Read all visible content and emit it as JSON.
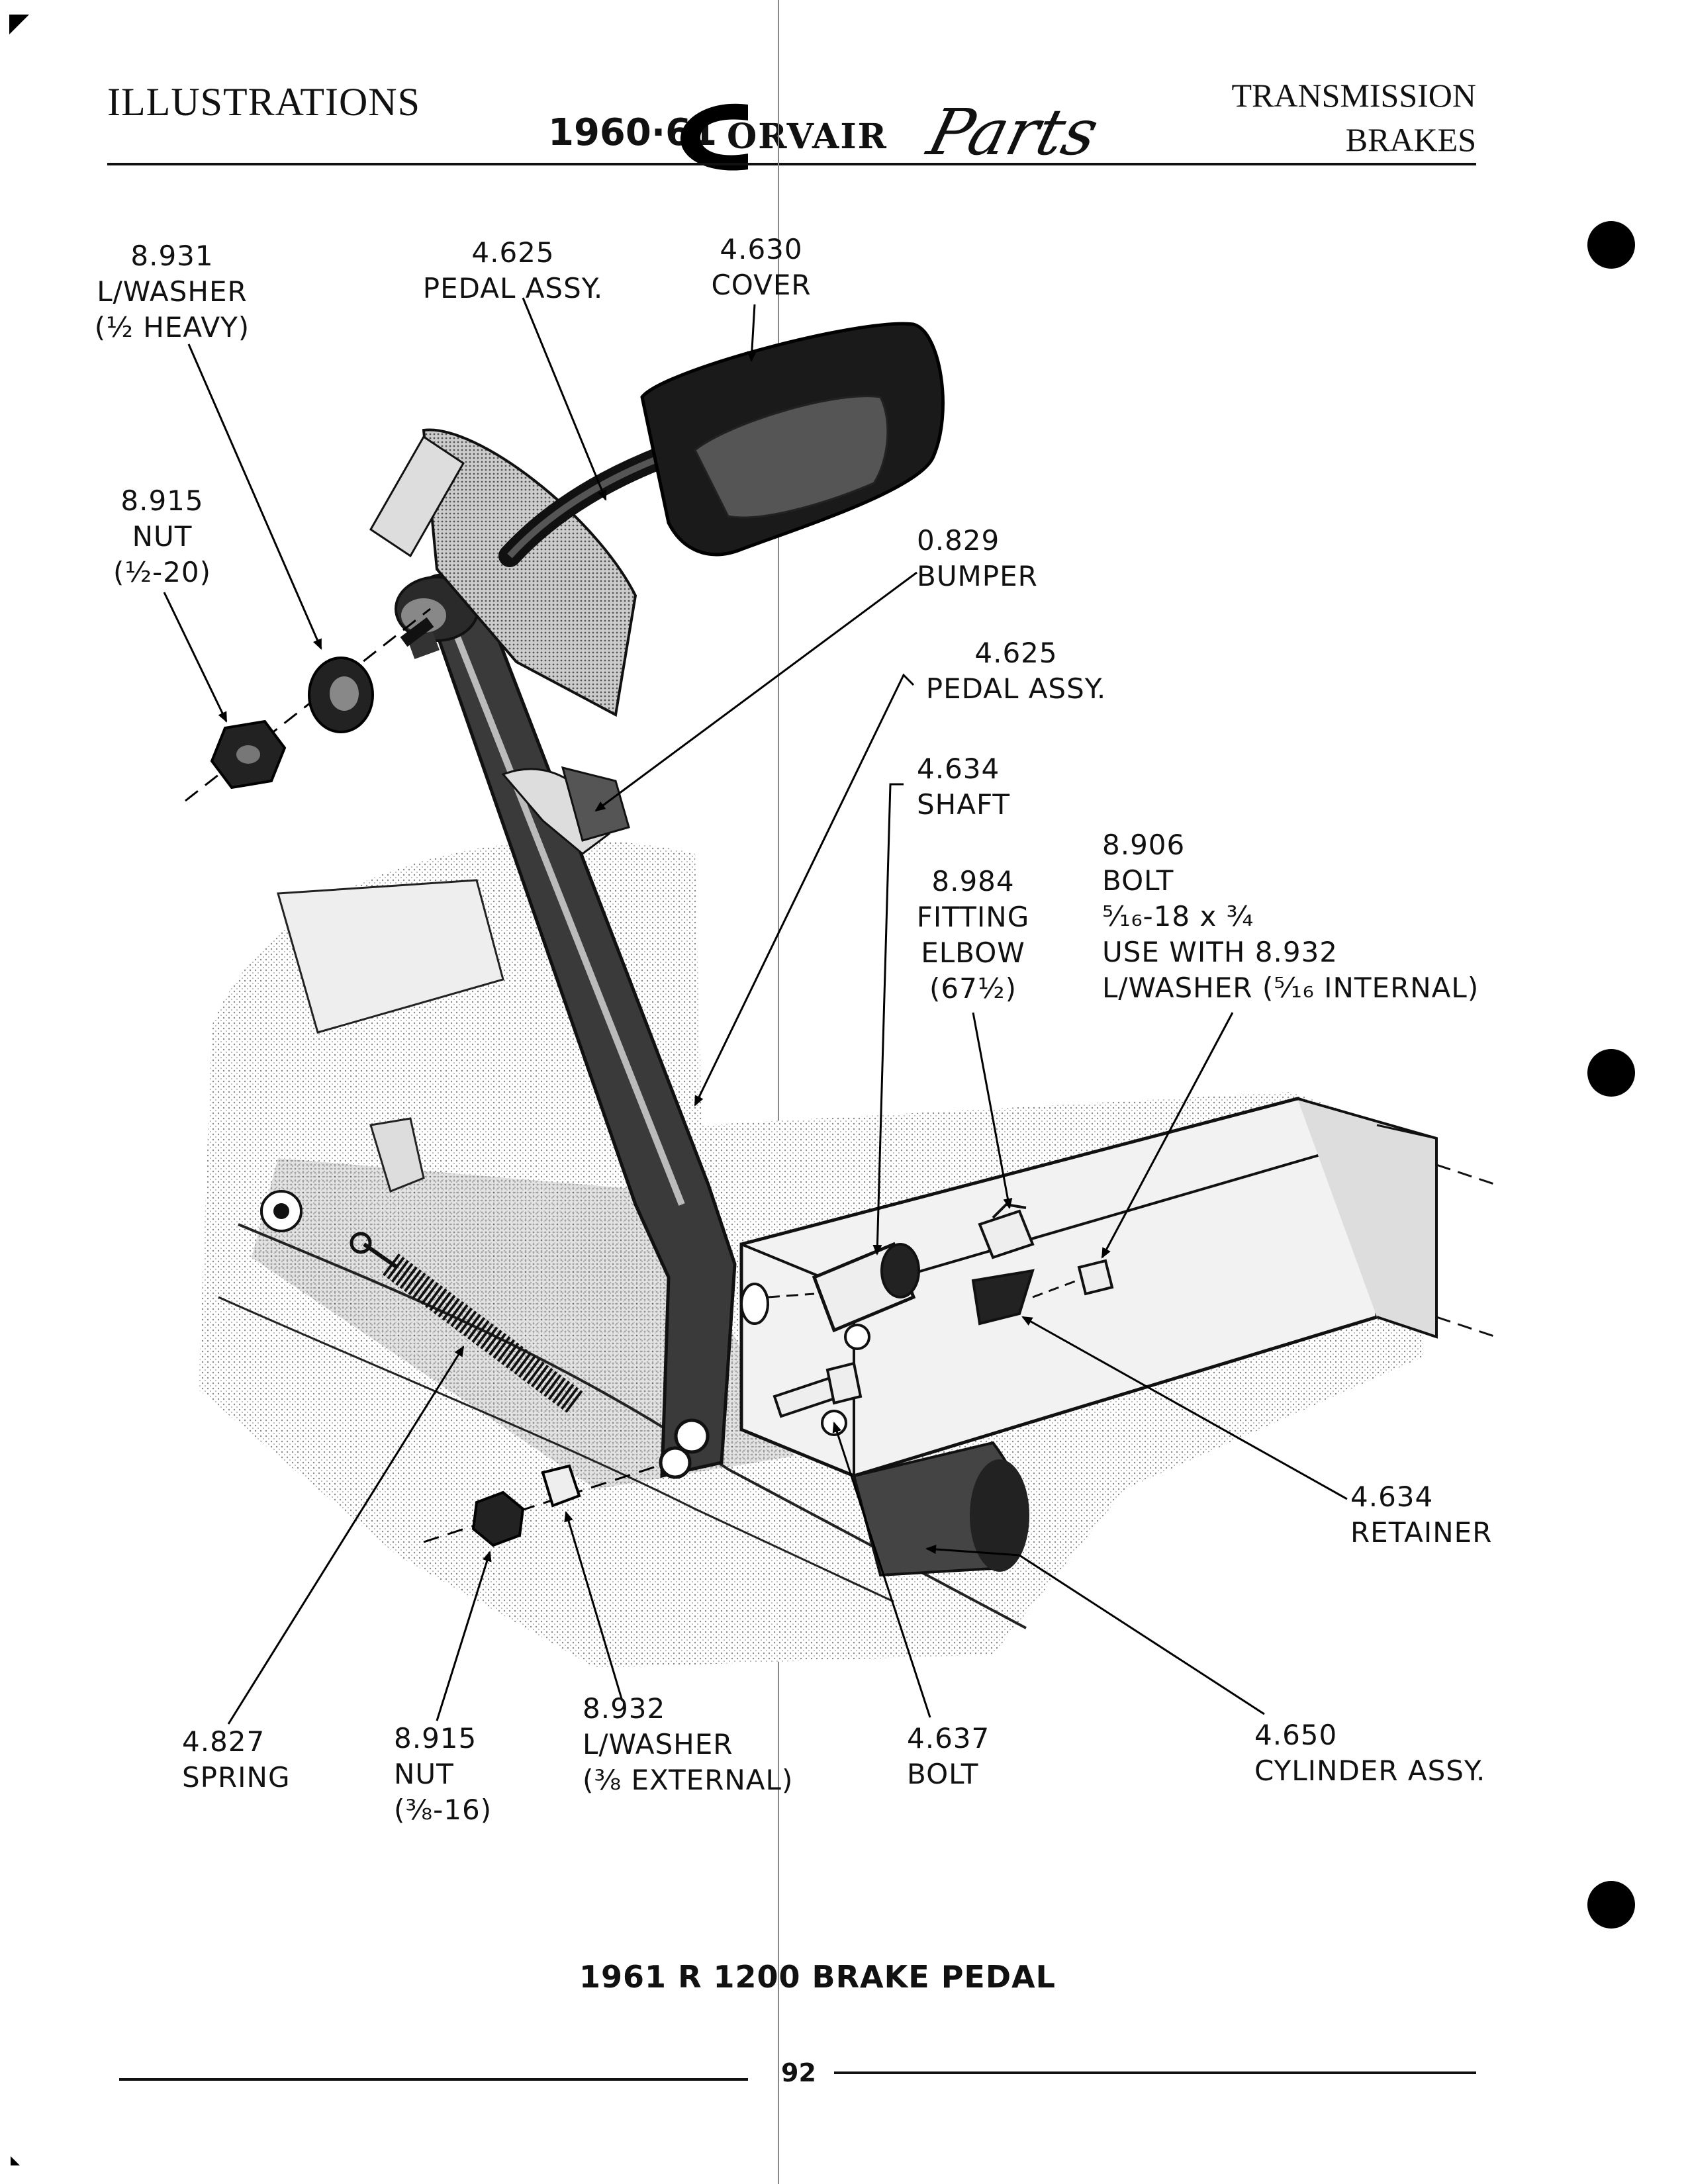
{
  "header": {
    "left": "ILLUSTRATIONS",
    "year": "1960·61",
    "logo_word": "ORVAIR",
    "logo_script": "Parts",
    "right_line1": "TRANSMISSION",
    "right_line2": "BRAKES"
  },
  "callouts": [
    {
      "id": "lw-half",
      "lines": [
        "8.931",
        "L/WASHER",
        "(½ HEAVY)"
      ]
    },
    {
      "id": "pedal-top",
      "lines": [
        "4.625",
        "PEDAL ASSY."
      ]
    },
    {
      "id": "cover",
      "lines": [
        "4.630",
        "COVER"
      ]
    },
    {
      "id": "nut-half",
      "lines": [
        "8.915",
        "NUT",
        "(½-20)"
      ]
    },
    {
      "id": "bumper",
      "lines": [
        "0.829",
        "BUMPER"
      ]
    },
    {
      "id": "pedal-mid",
      "lines": [
        "4.625",
        "PEDAL ASSY."
      ]
    },
    {
      "id": "shaft",
      "lines": [
        "4.634",
        "SHAFT"
      ]
    },
    {
      "id": "bolt-516",
      "lines": [
        "8.906",
        "BOLT",
        "⁵⁄₁₆-18 x ¾",
        "USE WITH 8.932",
        "L/WASHER (⁵⁄₁₆ INTERNAL)"
      ]
    },
    {
      "id": "fitting",
      "lines": [
        "8.984",
        "FITTING",
        "ELBOW",
        "(67½)"
      ]
    },
    {
      "id": "retainer",
      "lines": [
        "4.634",
        "RETAINER"
      ]
    },
    {
      "id": "spring",
      "lines": [
        "4.827",
        "SPRING"
      ]
    },
    {
      "id": "nut-38",
      "lines": [
        "8.915",
        "NUT",
        "(⅜-16)"
      ]
    },
    {
      "id": "lw-38",
      "lines": [
        "8.932",
        "L/WASHER",
        "(⅜ EXTERNAL)"
      ]
    },
    {
      "id": "bolt-637",
      "lines": [
        "4.637",
        "BOLT"
      ]
    },
    {
      "id": "cylinder",
      "lines": [
        "4.650",
        "CYLINDER ASSY."
      ]
    }
  ],
  "caption": "1961 R 1200 BRAKE PEDAL",
  "page_number": "92",
  "icons": [
    "corner-mark-icon",
    "binder-hole-icon"
  ]
}
